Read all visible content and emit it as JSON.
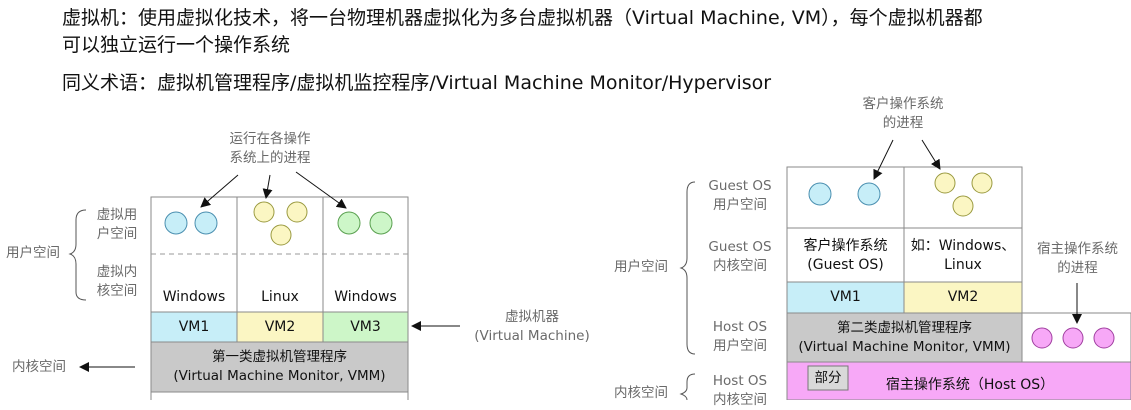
{
  "header": {
    "line1": "虚拟机：使用虚拟化技术，将一台物理机器虚拟化为多台虚拟机器（Virtual Machine, VM），每个虚拟机器都",
    "line2": "可以独立运行一个操作系统",
    "line3": "同义术语：虚拟机管理程序/虚拟机监控程序/Virtual Machine Monitor/Hypervisor"
  },
  "left_diagram": {
    "annotation_line1": "运行在各操作",
    "annotation_line2": "系统上的进程",
    "user_space_sub_line1": "虚拟用",
    "user_space_sub_line2": "户空间",
    "kernel_space_sub_line1": "虚拟内",
    "kernel_space_sub_line2": "核空间",
    "user_space_label": "用户空间",
    "kernel_space_label": "内核空间",
    "os_labels": [
      "Windows",
      "Linux",
      "Windows"
    ],
    "vm_labels": [
      "VM1",
      "VM2",
      "VM3"
    ],
    "vmm_line1": "第一类虚拟机管理程序",
    "vmm_line2": "(Virtual Machine Monitor, VMM)",
    "vm_callout_line1": "虚拟机器",
    "vm_callout_line2": "(Virtual Machine)"
  },
  "right_diagram": {
    "annotation_line1": "客户操作系统",
    "annotation_line2": "的进程",
    "guest_user_line1": "Guest OS",
    "guest_user_line2": "用户空间",
    "guest_kernel_line1": "Guest OS",
    "guest_kernel_line2": "内核空间",
    "host_user_line1": "Host OS",
    "host_user_line2": "用户空间",
    "host_kernel_line1": "Host OS",
    "host_kernel_line2": "内核空间",
    "user_space_label": "用户空间",
    "kernel_space_label": "内核空间",
    "guest_os_line1": "客户操作系统",
    "guest_os_line2": "(Guest OS)",
    "example_os_line1": "如：Windows、",
    "example_os_line2": "Linux",
    "vm_labels": [
      "VM1",
      "VM2"
    ],
    "vmm_line1": "第二类虚拟机管理程序",
    "vmm_line2": "(Virtual Machine Monitor, VMM)",
    "host_process_line1": "宿主操作系统",
    "host_process_line2": "的进程",
    "partial_label": "部分",
    "host_os_label": "宿主操作系统（Host OS）"
  },
  "colors": {
    "cyan": "#c7eef8",
    "yellow": "#fbf6c3",
    "green": "#cdf6c8",
    "gray": "#c9c9c9",
    "pink": "#f7a8f7",
    "border": "#8a8a8a"
  }
}
